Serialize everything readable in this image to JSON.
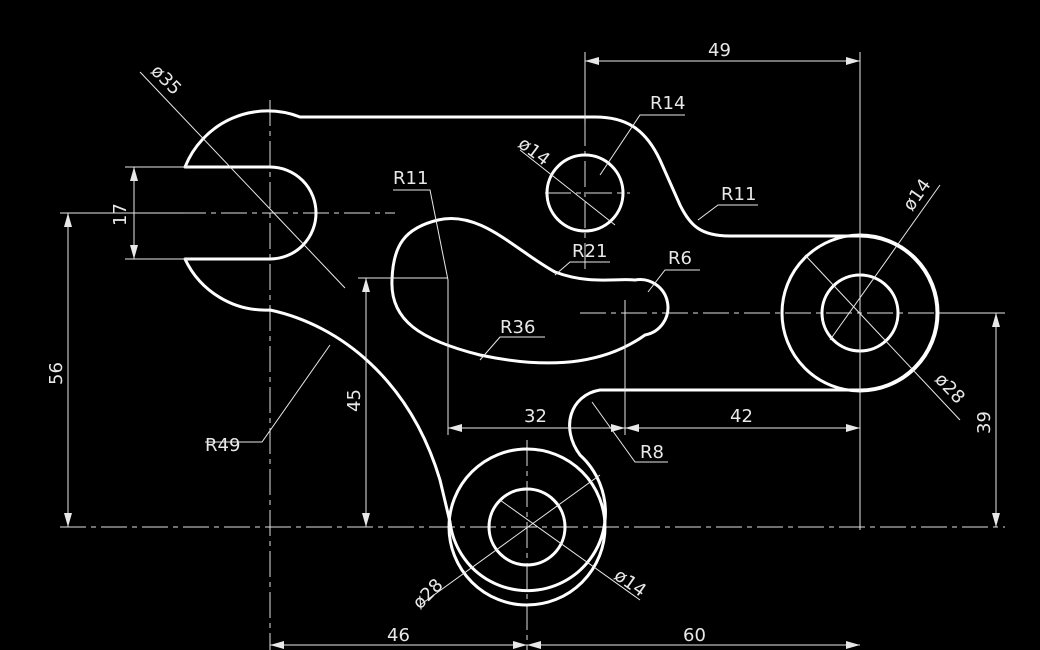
{
  "dimensions": {
    "d35": "ø35",
    "w17": "17",
    "r11_left": "R11",
    "r14": "R14",
    "d14_top": "ø14",
    "r11_right": "R11",
    "r21": "R21",
    "r6": "R6",
    "d14_right": "ø14",
    "r36": "R36",
    "d28_right": "ø28",
    "h56": "56",
    "h45": "45",
    "w32": "32",
    "w42": "42",
    "h39": "39",
    "r8": "R8",
    "r49": "R49",
    "d28_bottom": "ø28",
    "d14_bottom": "ø14",
    "w46": "46",
    "w60": "60",
    "w49": "49"
  }
}
